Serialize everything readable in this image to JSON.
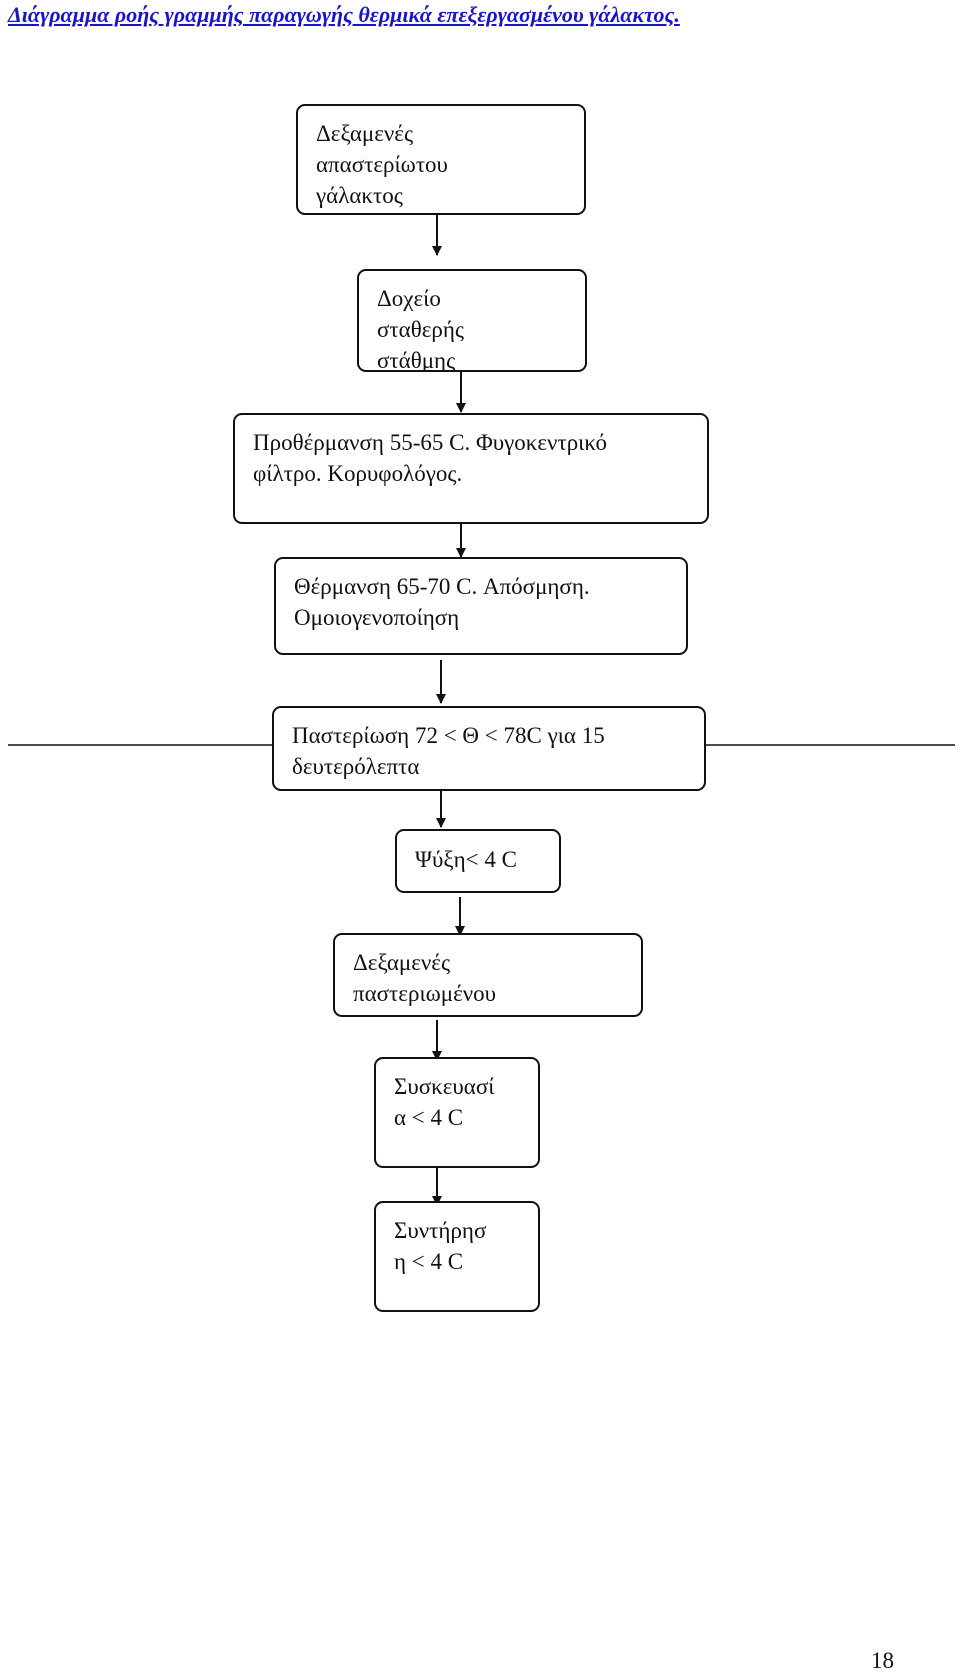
{
  "title": "Διάγραμμα ροής γραμμής παραγωγής θερμικά επεξεργασμένου γάλακτος.",
  "steps": [
    {
      "line1": "Δεξαμενές",
      "line2": "απαστερίωτου",
      "line3": "γάλακτος"
    },
    {
      "line1": "Δοχείο",
      "line2": "σταθερής",
      "line3": "στάθμης"
    },
    {
      "line1": "Προθέρμανση 55-65 C. Φυγοκεντρικό",
      "line2": "φίλτρο. Κορυφολόγος."
    },
    {
      "line1": "Θέρμανση 65-70 C. Απόσμηση.",
      "line2": "Ομοιογενοποίηση"
    },
    {
      "line1": "Παστερίωση 72 < Θ < 78C για 15",
      "line2": "δευτερόλεπτα"
    },
    {
      "line1": "Ψύξη< 4 C"
    },
    {
      "line1": "Δεξαμενές",
      "line2": "παστεριωμένου"
    },
    {
      "line1": "Συσκευασί",
      "line2": "α < 4 C"
    },
    {
      "line1": "Συντήρησ",
      "line2": "η < 4 C"
    }
  ],
  "page_number": "18"
}
